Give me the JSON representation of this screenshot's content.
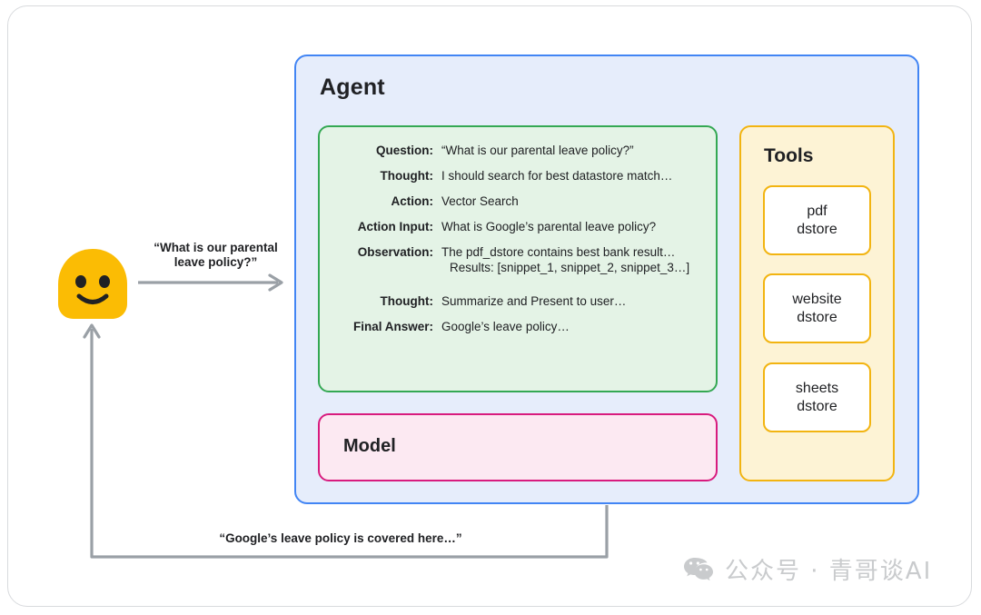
{
  "diagram": {
    "user": {
      "avatar_icon": "smiley-face-icon",
      "question_caption": "“What is our parental leave policy?”",
      "answer_caption": "“Google’s leave policy is covered here…”"
    },
    "agent": {
      "title": "Agent",
      "border_color": "#4285f4",
      "fill_color": "#e6edfb"
    },
    "trace": {
      "border_color": "#34a853",
      "fill_color": "#e4f3e6",
      "rows": [
        {
          "label": "Question:",
          "value": "“What is our parental leave policy?”"
        },
        {
          "label": "Thought:",
          "value": "I should search for best datastore match…"
        },
        {
          "label": "Action:",
          "value": "Vector Search"
        },
        {
          "label": "Action Input:",
          "value": "What is Google’s parental leave policy?"
        },
        {
          "label": "Observation:",
          "value": "The pdf_dstore contains best bank result…",
          "value2": "Results: [snippet_1, snippet_2, snippet_3…]"
        },
        {
          "label": "Thought:",
          "value": "Summarize and Present to user…"
        },
        {
          "label": "Final Answer:",
          "value": "Google’s leave policy…"
        }
      ]
    },
    "model": {
      "title": "Model",
      "border_color": "#d81b7e",
      "fill_color": "#fce9f2"
    },
    "tools": {
      "title": "Tools",
      "border_color": "#f2b411",
      "fill_color": "#fdf3d5",
      "items": [
        {
          "label": "pdf\ndstore"
        },
        {
          "label": "website\ndstore"
        },
        {
          "label": "sheets\ndstore"
        }
      ]
    },
    "watermark": {
      "icon": "wechat-icon",
      "text": "公众号 · 青哥谈AI"
    }
  }
}
